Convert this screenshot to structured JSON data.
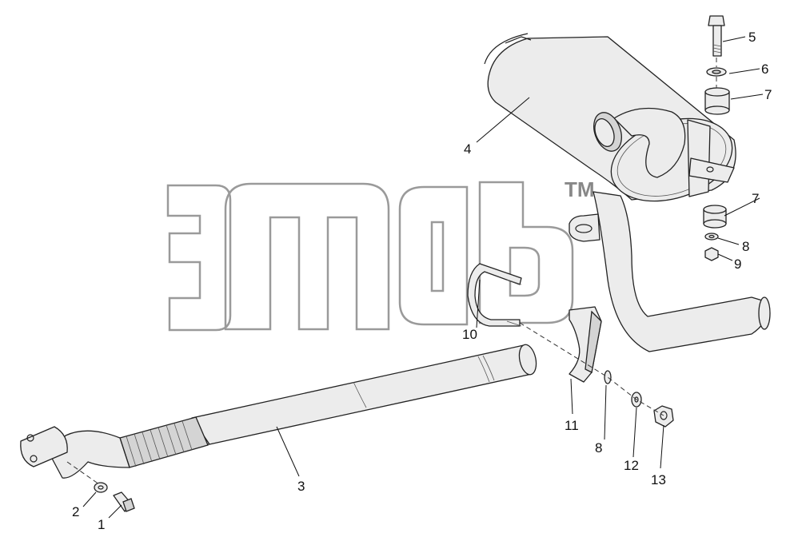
{
  "watermark": {
    "trademark": "TM"
  },
  "callouts": {
    "c1": "1",
    "c2": "2",
    "c3": "3",
    "c4": "4",
    "c5": "5",
    "c6": "6",
    "c7a": "7",
    "c7b": "7",
    "c8a": "8",
    "c8b": "8",
    "c9": "9",
    "c10": "10",
    "c11": "11",
    "c12": "12",
    "c13": "13"
  }
}
